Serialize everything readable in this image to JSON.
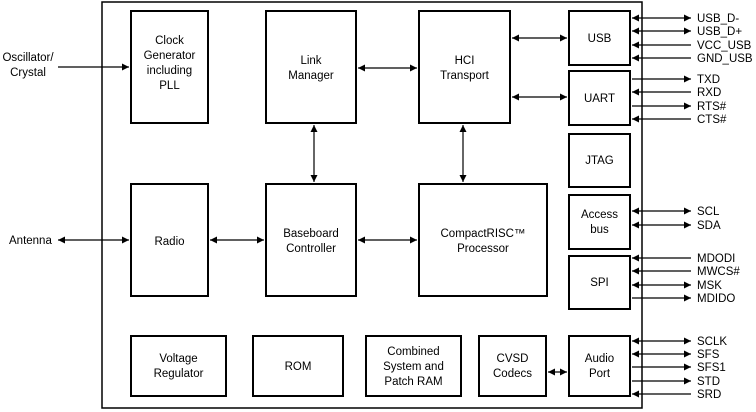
{
  "blocks": {
    "clock": [
      "Clock",
      "Generator",
      "including",
      "PLL"
    ],
    "link_manager": [
      "Link",
      "Manager"
    ],
    "hci_transport": [
      "HCI",
      "Transport"
    ],
    "usb": [
      "USB"
    ],
    "uart": [
      "UART"
    ],
    "jtag": [
      "JTAG"
    ],
    "access_bus": [
      "Access",
      "bus"
    ],
    "spi": [
      "SPI"
    ],
    "radio": [
      "Radio"
    ],
    "baseband": [
      "Baseboard",
      "Controller"
    ],
    "processor": [
      "CompactRISC™",
      "Processor"
    ],
    "voltage": [
      "Voltage",
      "Regulator"
    ],
    "rom": [
      "ROM"
    ],
    "ram": [
      "Combined",
      "System and",
      "Patch RAM"
    ],
    "cvsd": [
      "CVSD",
      "Codecs"
    ],
    "audio": [
      "Audio",
      "Port"
    ]
  },
  "external": {
    "oscillator": [
      "Oscillator/",
      "Crystal"
    ],
    "antenna": [
      "Antenna"
    ]
  },
  "pins": {
    "usb": [
      "USB_D-",
      "USB_D+",
      "VCC_USB",
      "GND_USB"
    ],
    "uart": [
      "TXD",
      "RXD",
      "RTS#",
      "CTS#"
    ],
    "access_bus": [
      "SCL",
      "SDA"
    ],
    "spi": [
      "MDODI",
      "MWCS#",
      "MSK",
      "MDIDO"
    ],
    "audio": [
      "SCLK",
      "SFS",
      "SFS1",
      "STD",
      "SRD"
    ]
  }
}
